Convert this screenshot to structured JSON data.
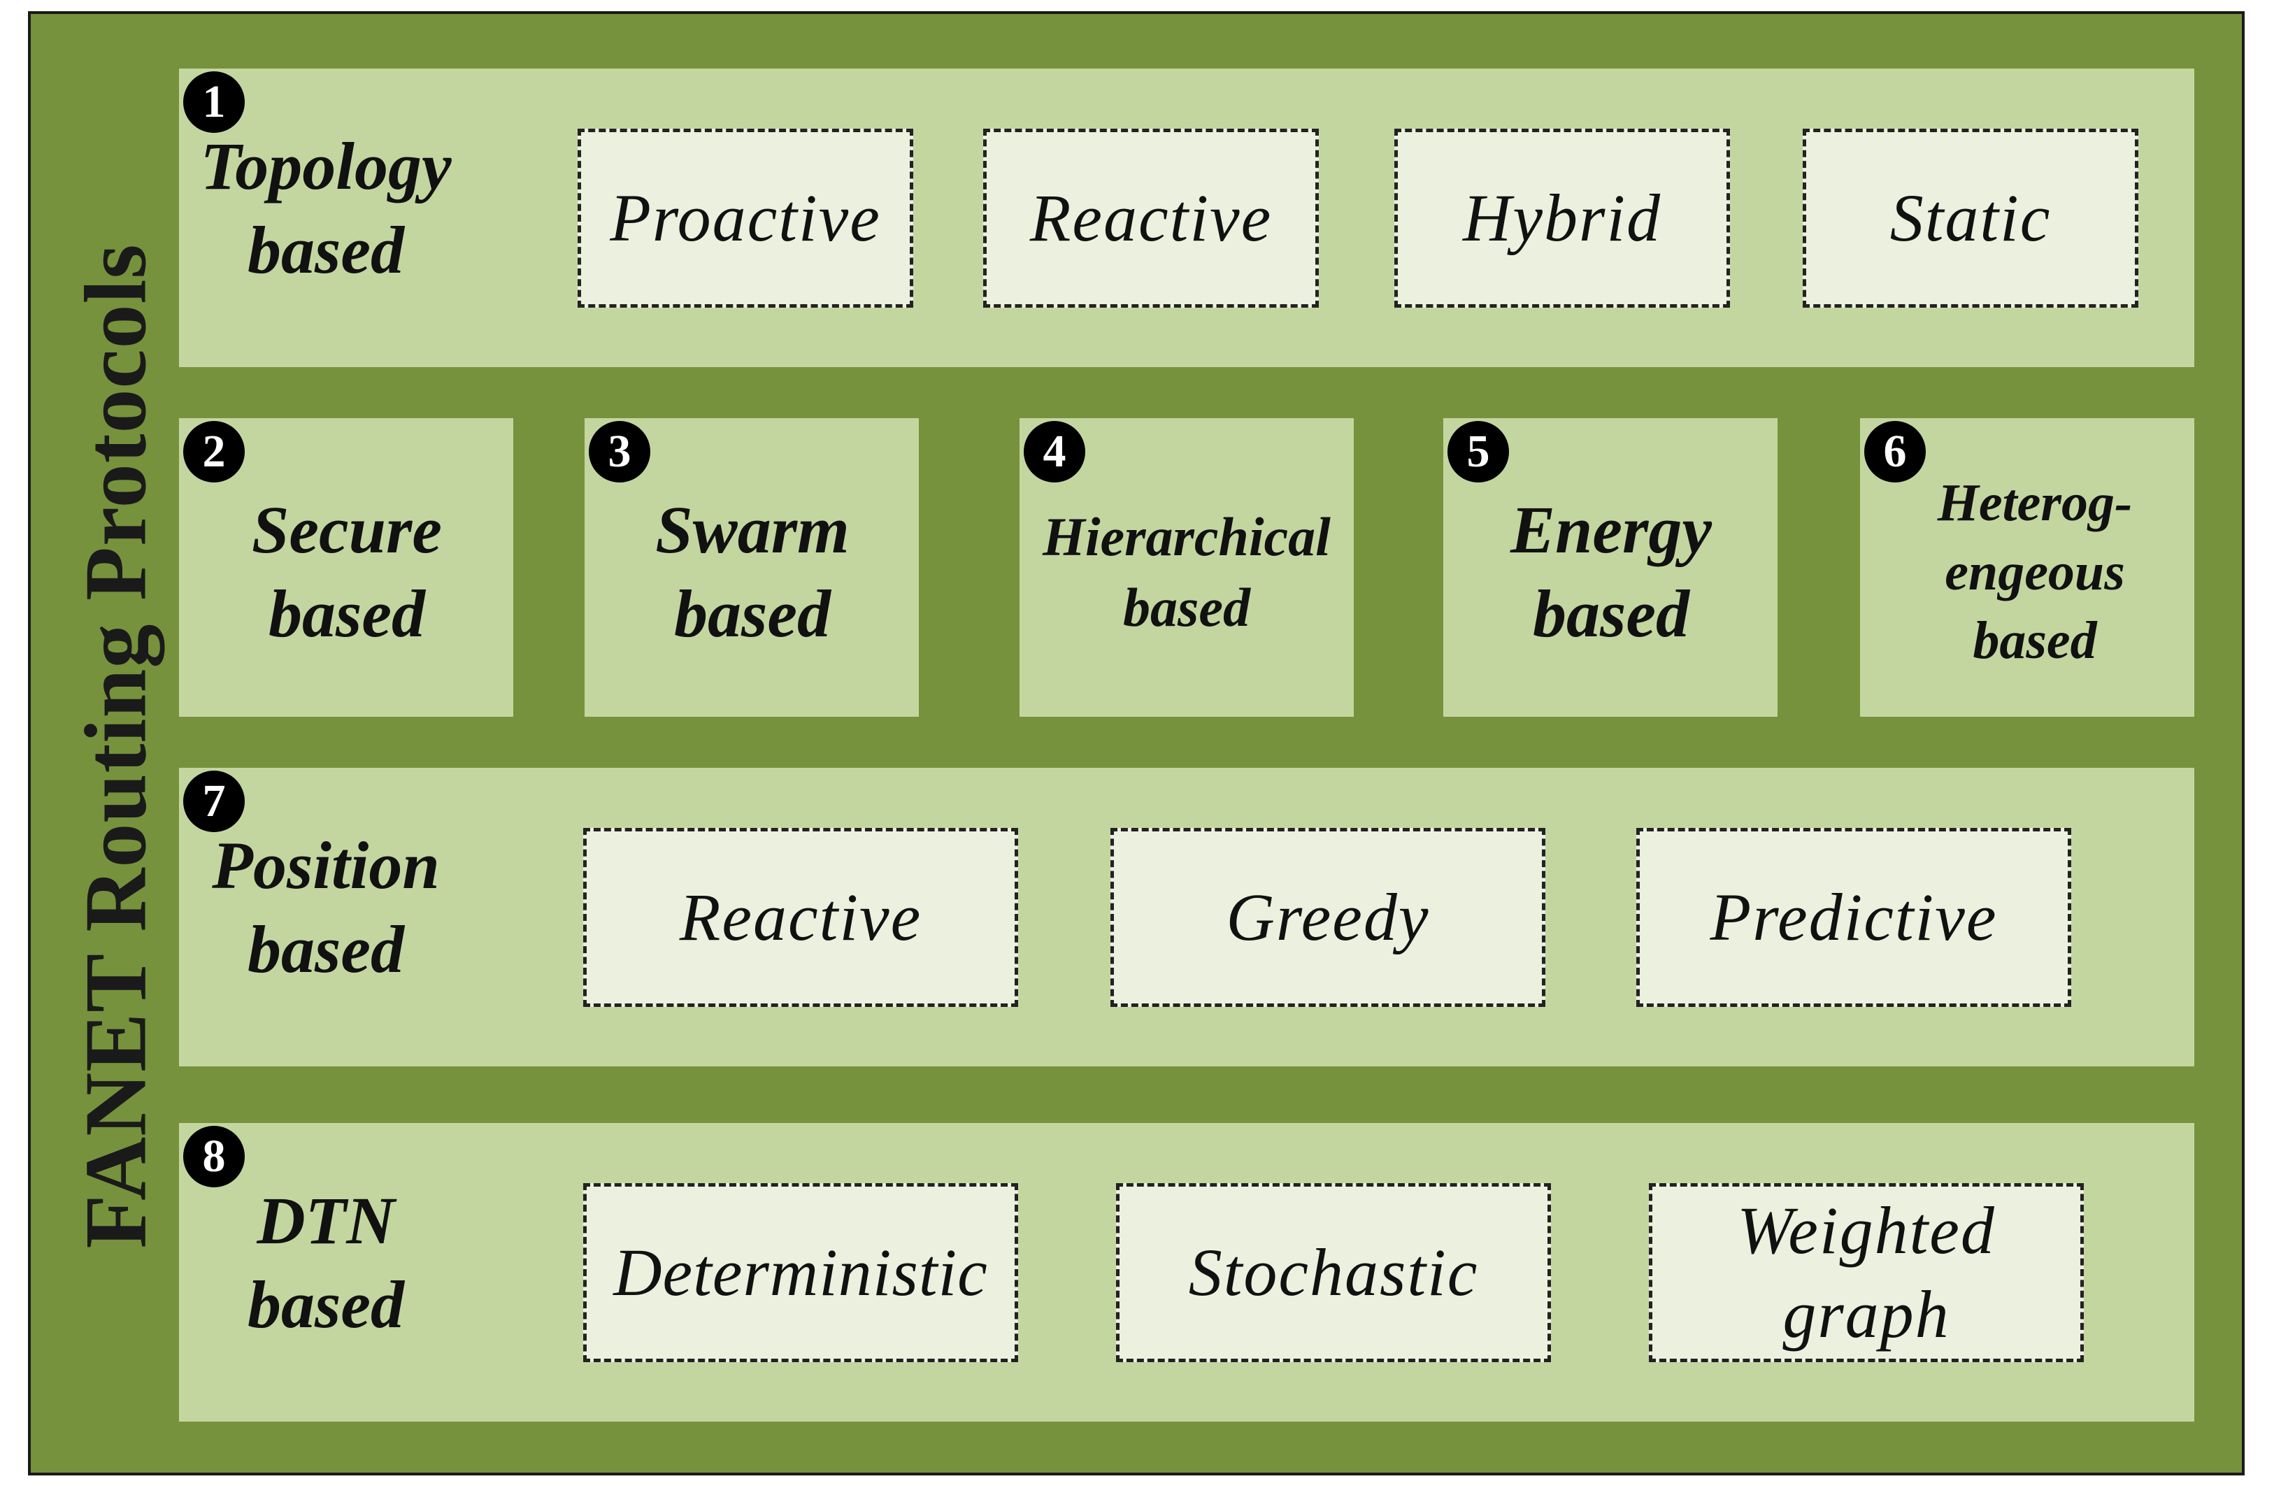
{
  "title": "FANET Routing Protocols",
  "rows": [
    {
      "number": "1",
      "label": "Topology\nbased",
      "subtypes": [
        "Proactive",
        "Reactive",
        "Hybrid",
        "Static"
      ]
    },
    {
      "number": "7",
      "label": "Position\nbased",
      "subtypes": [
        "Reactive",
        "Greedy",
        "Predictive"
      ]
    },
    {
      "number": "8",
      "label": "DTN\nbased",
      "subtypes": [
        "Deterministic",
        "Stochastic",
        "Weighted\ngraph"
      ]
    }
  ],
  "boxes": [
    {
      "number": "2",
      "label": "Secure\nbased"
    },
    {
      "number": "3",
      "label": "Swarm\nbased"
    },
    {
      "number": "4",
      "label": "Hierarchical\nbased"
    },
    {
      "number": "5",
      "label": "Energy\nbased"
    },
    {
      "number": "6",
      "label": "Heterog-\nengeous\nbased"
    }
  ],
  "colors": {
    "frame": "#76923c",
    "panel": "#c4d6a0",
    "subtype": "#ebf1de",
    "border": "#1a1a1a"
  }
}
